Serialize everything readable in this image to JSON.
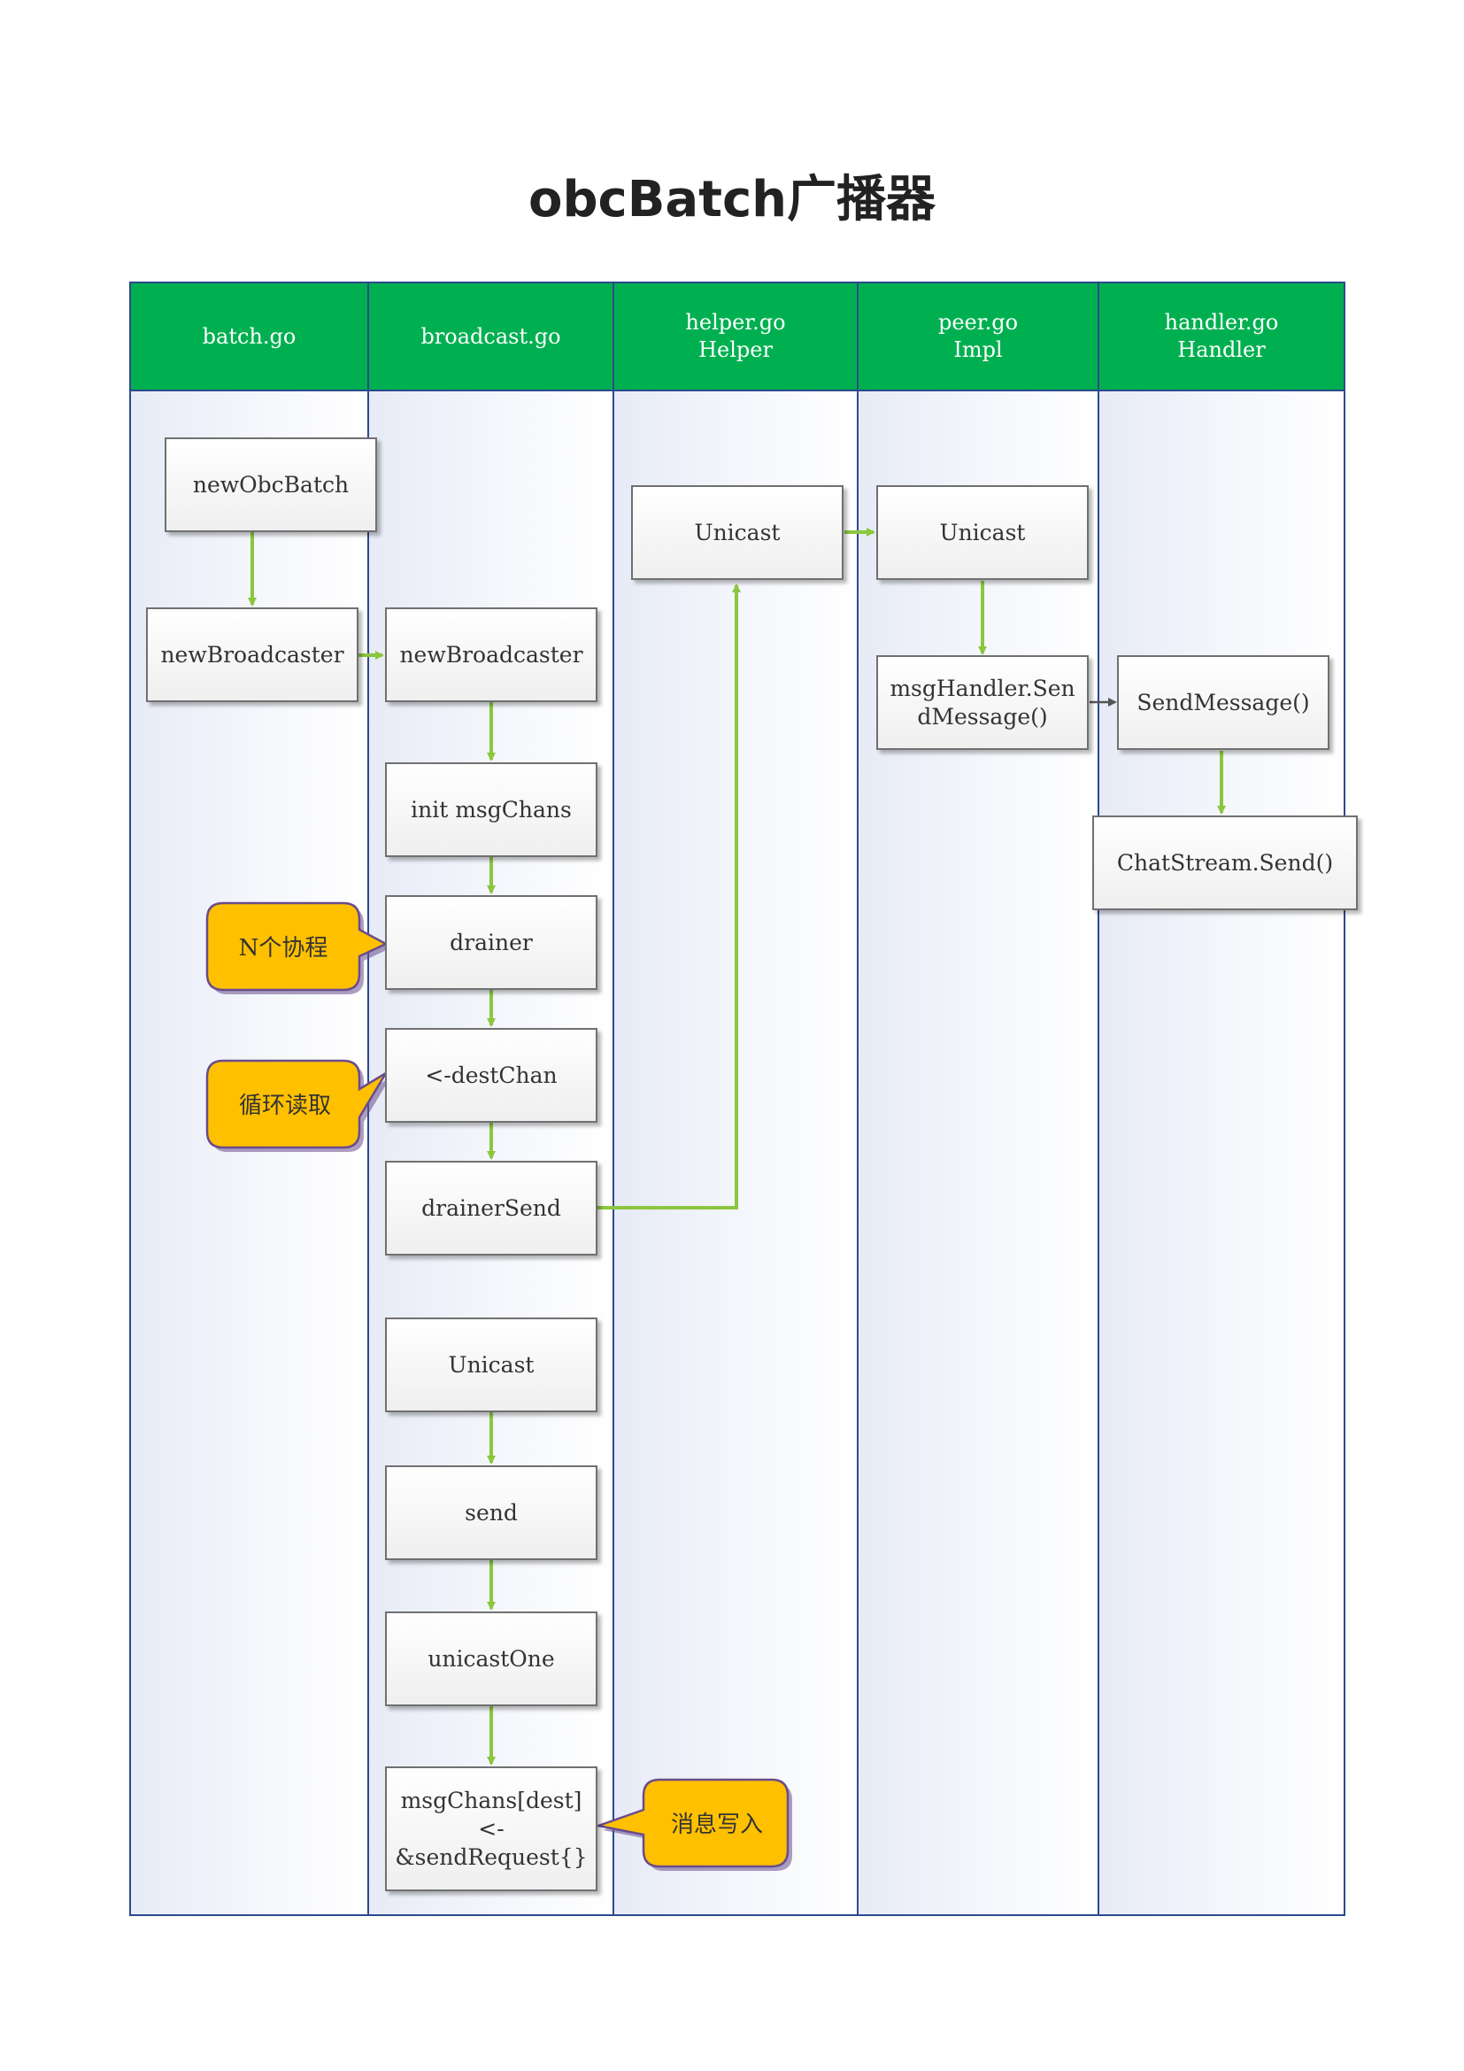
{
  "title": "obcBatch广播器",
  "lanes": [
    {
      "line1": "batch.go",
      "line2": ""
    },
    {
      "line1": "broadcast.go",
      "line2": ""
    },
    {
      "line1": "helper.go",
      "line2": "Helper"
    },
    {
      "line1": "peer.go",
      "line2": "Impl"
    },
    {
      "line1": "handler.go",
      "line2": "Handler"
    }
  ],
  "nodes": {
    "newObcBatch": "newObcBatch",
    "newBroadcaster_batch": "newBroadcaster",
    "newBroadcaster_bc": "newBroadcaster",
    "initMsgChans": "init msgChans",
    "drainer": "drainer",
    "destChan": "<-destChan",
    "drainerSend": "drainerSend",
    "unicast_bc": "Unicast",
    "send": "send",
    "unicastOne": "unicastOne",
    "msgChans_1": "msgChans[dest]",
    "msgChans_2": "<-",
    "msgChans_3": "&sendRequest{}",
    "unicast_helper": "Unicast",
    "unicast_peer": "Unicast",
    "msgHandler_1": "msgHandler.Sen",
    "msgHandler_2": "dMessage()",
    "sendMessage": "SendMessage()",
    "chatStreamSend": "ChatStream.Send()"
  },
  "callouts": {
    "n_goroutines": "N个协程",
    "loop_read": "循环读取",
    "msg_write": "消息写入"
  },
  "colors": {
    "header": "#00b050",
    "lane_border": "#2c4a8c",
    "arrow": "#8cc63f",
    "callout_fill": "#ffc000",
    "callout_border": "#6a4c8c"
  }
}
